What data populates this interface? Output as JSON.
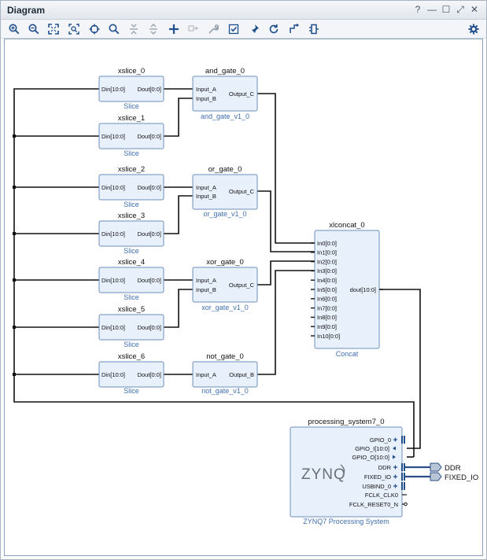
{
  "window": {
    "title": "Diagram",
    "controls": [
      "?",
      "—",
      "☐",
      "⤢",
      "✕"
    ]
  },
  "toolbar": {
    "buttons": [
      "zoom-in-icon",
      "zoom-out-icon",
      "zoom-fit-icon",
      "zoom-area-icon",
      "fit-selection-icon",
      "search-icon",
      "collapse-icon",
      "expand-icon",
      "add-ip-icon",
      "make-connection-icon",
      "wrench-icon",
      "validate-icon",
      "pin-icon",
      "regenerate-icon",
      "optimize-routing-icon",
      "bus-icon",
      "settings-icon"
    ]
  },
  "slices": [
    {
      "name": "xslice_0",
      "sub": "Slice",
      "din": "Din[10:0]",
      "dout": "Dout[0:0]"
    },
    {
      "name": "xslice_1",
      "sub": "Slice",
      "din": "Din[10:0]",
      "dout": "Dout[0:0]"
    },
    {
      "name": "xslice_2",
      "sub": "Slice",
      "din": "Din[10:0]",
      "dout": "Dout[0:0]"
    },
    {
      "name": "xslice_3",
      "sub": "Slice",
      "din": "Din[10:0]",
      "dout": "Dout[0:0]"
    },
    {
      "name": "xslice_4",
      "sub": "Slice",
      "din": "Din[10:0]",
      "dout": "Dout[0:0]"
    },
    {
      "name": "xslice_5",
      "sub": "Slice",
      "din": "Din[10:0]",
      "dout": "Dout[0:0]"
    },
    {
      "name": "xslice_6",
      "sub": "Slice",
      "din": "Din[10:0]",
      "dout": "Dout[0:0]"
    }
  ],
  "gates": [
    {
      "name": "and_gate_0",
      "sub": "and_gate_v1_0",
      "in_a": "Input_A",
      "in_b": "Input_B",
      "out": "Output_C"
    },
    {
      "name": "or_gate_0",
      "sub": "or_gate_v1_0",
      "in_a": "Input_A",
      "in_b": "Input_B",
      "out": "Output_C"
    },
    {
      "name": "xor_gate_0",
      "sub": "xor_gate_v1_0",
      "in_a": "Input_A",
      "in_b": "Input_B",
      "out": "Output_C"
    },
    {
      "name": "not_gate_0",
      "sub": "not_gate_v1_0",
      "in_a": "Input_A",
      "out": "Output_B"
    }
  ],
  "concat": {
    "name": "xlconcat_0",
    "sub": "Concat",
    "inputs": [
      "In0[0:0]",
      "In1[0:0]",
      "In2[0:0]",
      "In3[0:0]",
      "In4[0:0]",
      "In5[0:0]",
      "In6[0:0]",
      "In7[0:0]",
      "In8[0:0]",
      "In9[0:0]",
      "In10[0:0]"
    ],
    "output": "dout[10:0]"
  },
  "ps7": {
    "name": "processing_system7_0",
    "sub": "ZYNQ7 Processing System",
    "logo": "ZYNQ",
    "ports": [
      "GPIO_0",
      "GPIO_I[10:0]",
      "GPIO_O[10:0]",
      "DDR",
      "FIXED_IO",
      "USBIND_0",
      "FCLK_CLK0",
      "FCLK_RESET0_N"
    ]
  },
  "external_ports": [
    "DDR",
    "FIXED_IO"
  ]
}
